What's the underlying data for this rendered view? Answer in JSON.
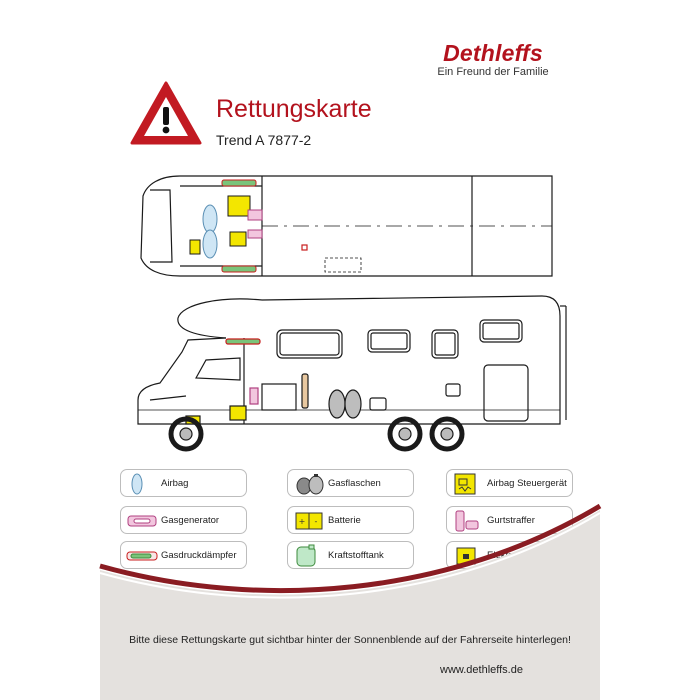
{
  "brand": {
    "name": "Dethleffs",
    "tagline": "Ein Freund der Familie"
  },
  "header": {
    "title": "Rettungskarte",
    "subtitle": "Trend A 7877-2"
  },
  "legend": [
    {
      "label": "Airbag",
      "icon": "airbag-icon"
    },
    {
      "label": "Gasflaschen",
      "icon": "gas-bottles-icon"
    },
    {
      "label": "Airbag Steuergerät",
      "icon": "airbag-control-unit-icon"
    },
    {
      "label": "Gasgenerator",
      "icon": "gas-generator-icon"
    },
    {
      "label": "Batterie",
      "icon": "battery-icon"
    },
    {
      "label": "Gurtstraffer",
      "icon": "belt-tensioner-icon"
    },
    {
      "label": "Gasdruckdämpfer",
      "icon": "gas-strut-icon"
    },
    {
      "label": "Kraftstofftank",
      "icon": "fuel-tank-icon"
    },
    {
      "label": "Elektroblock",
      "icon": "electrical-block-icon"
    }
  ],
  "footer": {
    "notice": "Bitte diese Rettungskarte gut sichtbar hinter der Sonnenblende auf der Fahrerseite hinterlegen!",
    "website": "www.dethleffs.de"
  },
  "colors": {
    "brand_red": "#b3121d",
    "airbag": "#cfe6f5",
    "gas_generator": "#f2c6de",
    "gas_strut": "#7ac47a",
    "control_unit": "#f3e600",
    "fuel_tank": "#bfe8c8",
    "footer_band": "#e4e1de"
  }
}
